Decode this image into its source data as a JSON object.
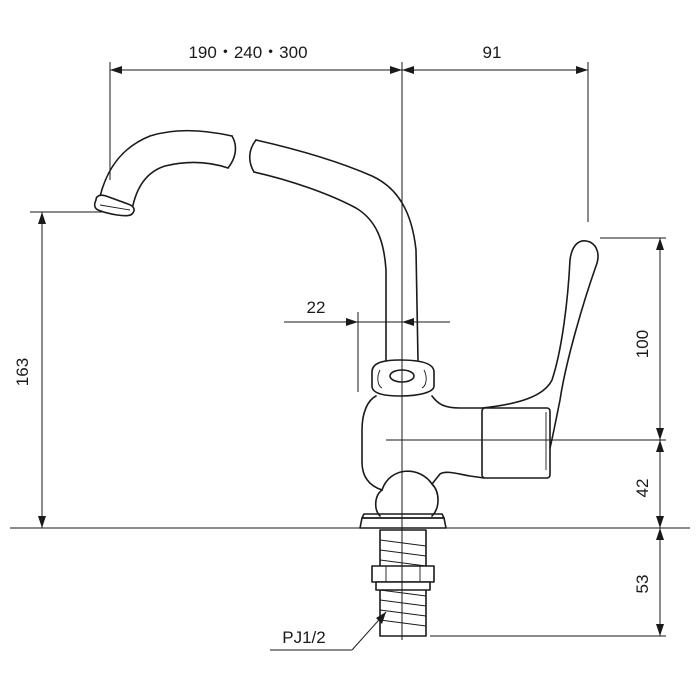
{
  "dimensions": {
    "spout_length": "190・240・300",
    "handle_reach": "91",
    "outlet_height": "163",
    "pipe_diameter": "22",
    "handle_height": "100",
    "body_height": "42",
    "shank_length": "53",
    "thread_label": "PJ1/2"
  }
}
